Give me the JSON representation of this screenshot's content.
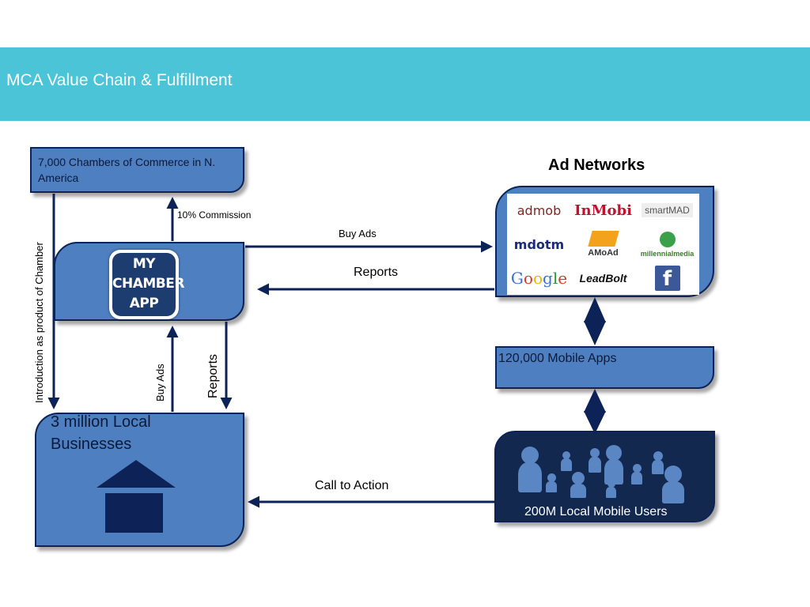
{
  "slide_title": "MCA Value Chain & Fulfillment",
  "nodes": {
    "chambers": "7,000 Chambers of Commerce in N. America",
    "app_icon": {
      "line1": "MY",
      "line2": "CHAMBER",
      "line3": "APP"
    },
    "businesses": "3 million Local Businesses",
    "ad_networks_heading": "Ad Networks",
    "mobile_apps": "120,000 Mobile Apps",
    "mobile_users": "200M Local Mobile Users"
  },
  "ad_network_logos": {
    "admob": "admob",
    "inmobi": "InMobi",
    "smartmad": "smartMAD",
    "mdotm": "mdotm",
    "amoad": "AMoAd",
    "millennial": "millennialmedia",
    "google": "Google",
    "leadbolt": "LeadBolt",
    "facebook": "f"
  },
  "edges": {
    "commission": "10% Commission",
    "intro": "Introduction as product of Chamber",
    "buy_ads_top": "Buy Ads",
    "reports_top": "Reports",
    "buy_ads_left": "Buy Ads",
    "reports_left": "Reports",
    "call_to_action": "Call to Action"
  },
  "colors": {
    "title_band": "#4ac4d6",
    "box_fill": "#4e7fc0",
    "box_dark": "#12284f",
    "arrow": "#0d2358"
  }
}
